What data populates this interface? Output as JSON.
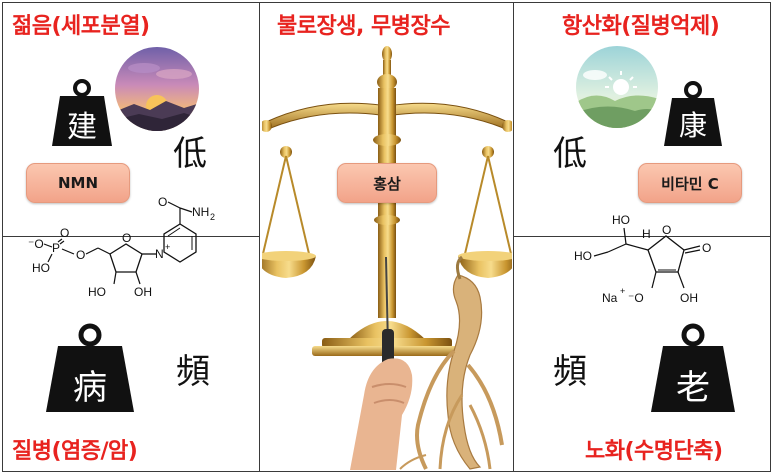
{
  "panels": {
    "top_left": {
      "title": "젊음(세포분열)",
      "weight_char": "建",
      "frequency_char": "低",
      "pill_label": "NMN",
      "image": "sunset-landscape-circle"
    },
    "bottom_left": {
      "title": "질병(염증/암)",
      "weight_char": "病",
      "frequency_char": "頻",
      "molecule": {
        "name": "NMN",
        "labels": [
          "O",
          "O",
          "P",
          "HO",
          "O",
          "O",
          "N",
          "+",
          "NH",
          "2",
          "HO",
          "OH"
        ]
      }
    },
    "center": {
      "title": "불로장생, 무병장수",
      "pill_label": "홍삼",
      "image": "golden-balance-scale-with-ginseng-root"
    },
    "top_right": {
      "title": "항산화(질병억제)",
      "weight_char": "康",
      "frequency_char": "低",
      "pill_label": "비타민 C",
      "image": "sunrise-landscape-circle"
    },
    "bottom_right": {
      "title": "노화(수명단축)",
      "weight_char": "老",
      "frequency_char": "頻",
      "molecule": {
        "name": "Vitamin C (sodium ascorbate)",
        "labels": [
          "HO",
          "H",
          "HO",
          "O",
          "O",
          "Na",
          "+",
          "O",
          "OH"
        ]
      }
    }
  },
  "colors": {
    "title_red": "#e8231f",
    "pill_fill": "#f2a389",
    "weight_black": "#111111",
    "scale_gold": "#c9962c"
  }
}
